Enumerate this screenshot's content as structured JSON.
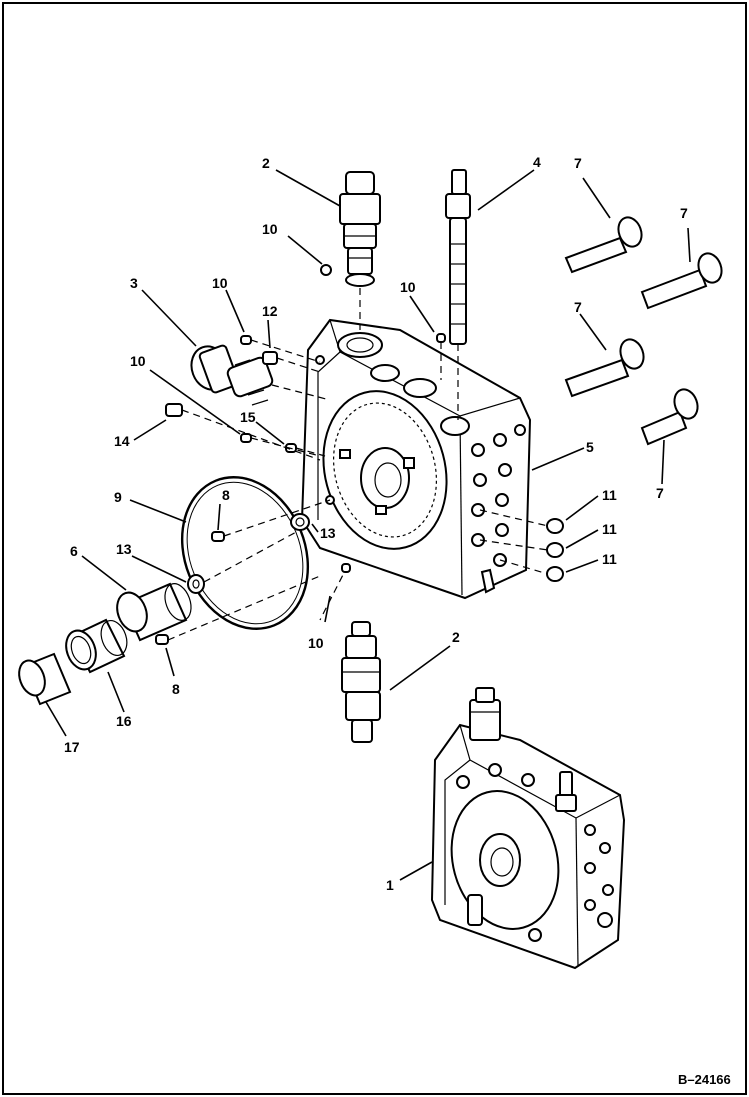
{
  "figure": {
    "reference": "B–24166",
    "callouts": {
      "c1": "1",
      "c2a": "2",
      "c2b": "2",
      "c3": "3",
      "c4": "4",
      "c5": "5",
      "c6": "6",
      "c7a": "7",
      "c7b": "7",
      "c7c": "7",
      "c7d": "7",
      "c8a": "8",
      "c8b": "8",
      "c9": "9",
      "c10a": "10",
      "c10b": "10",
      "c10c": "10",
      "c10d": "10",
      "c10e": "10",
      "c11a": "11",
      "c11b": "11",
      "c11c": "11",
      "c12": "12",
      "c13a": "13",
      "c13b": "13",
      "c14": "14",
      "c15": "15",
      "c16": "16",
      "c17": "17"
    }
  }
}
